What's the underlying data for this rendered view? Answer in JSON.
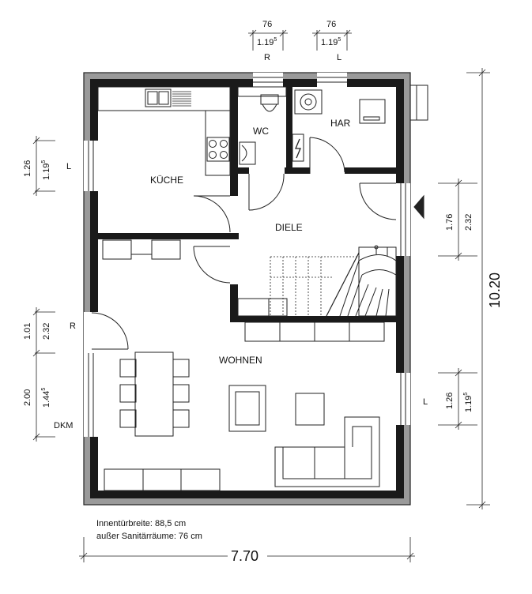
{
  "rooms": {
    "kueche": "KÜCHE",
    "wc": "WC",
    "har": "HAR",
    "diele": "DIELE",
    "wohnen": "WOHNEN"
  },
  "top_windows": {
    "w1": {
      "width": "76",
      "height_main": "1.19",
      "height_sup": "5",
      "side": "R"
    },
    "w2": {
      "width": "76",
      "height_main": "1.19",
      "height_sup": "5",
      "side": "L"
    }
  },
  "left_dims": {
    "kitchen_window": {
      "width": "1.26",
      "height_main": "1.19",
      "height_sup": "5",
      "side": "L"
    },
    "entry_door": {
      "width": "1.01",
      "height": "2.32",
      "side": "R"
    },
    "living_window": {
      "width": "2.00",
      "height_main": "1.44",
      "height_sup": "5",
      "label": "DKM"
    }
  },
  "right_dims": {
    "terrace_door": {
      "width": "1.76",
      "height": "2.32"
    },
    "living_window": {
      "width": "1.26",
      "height_main": "1.19",
      "height_sup": "5",
      "side": "L"
    },
    "overall_depth": "10.20"
  },
  "bottom": {
    "overall_width": "7.70",
    "note_line1": "Innentürbreite: 88,5 cm",
    "note_line2": "außer Sanitärräume: 76 cm"
  },
  "colors": {
    "wall": "#1a1a1a",
    "outer_band": "#9a9a9a",
    "line": "#222222"
  }
}
